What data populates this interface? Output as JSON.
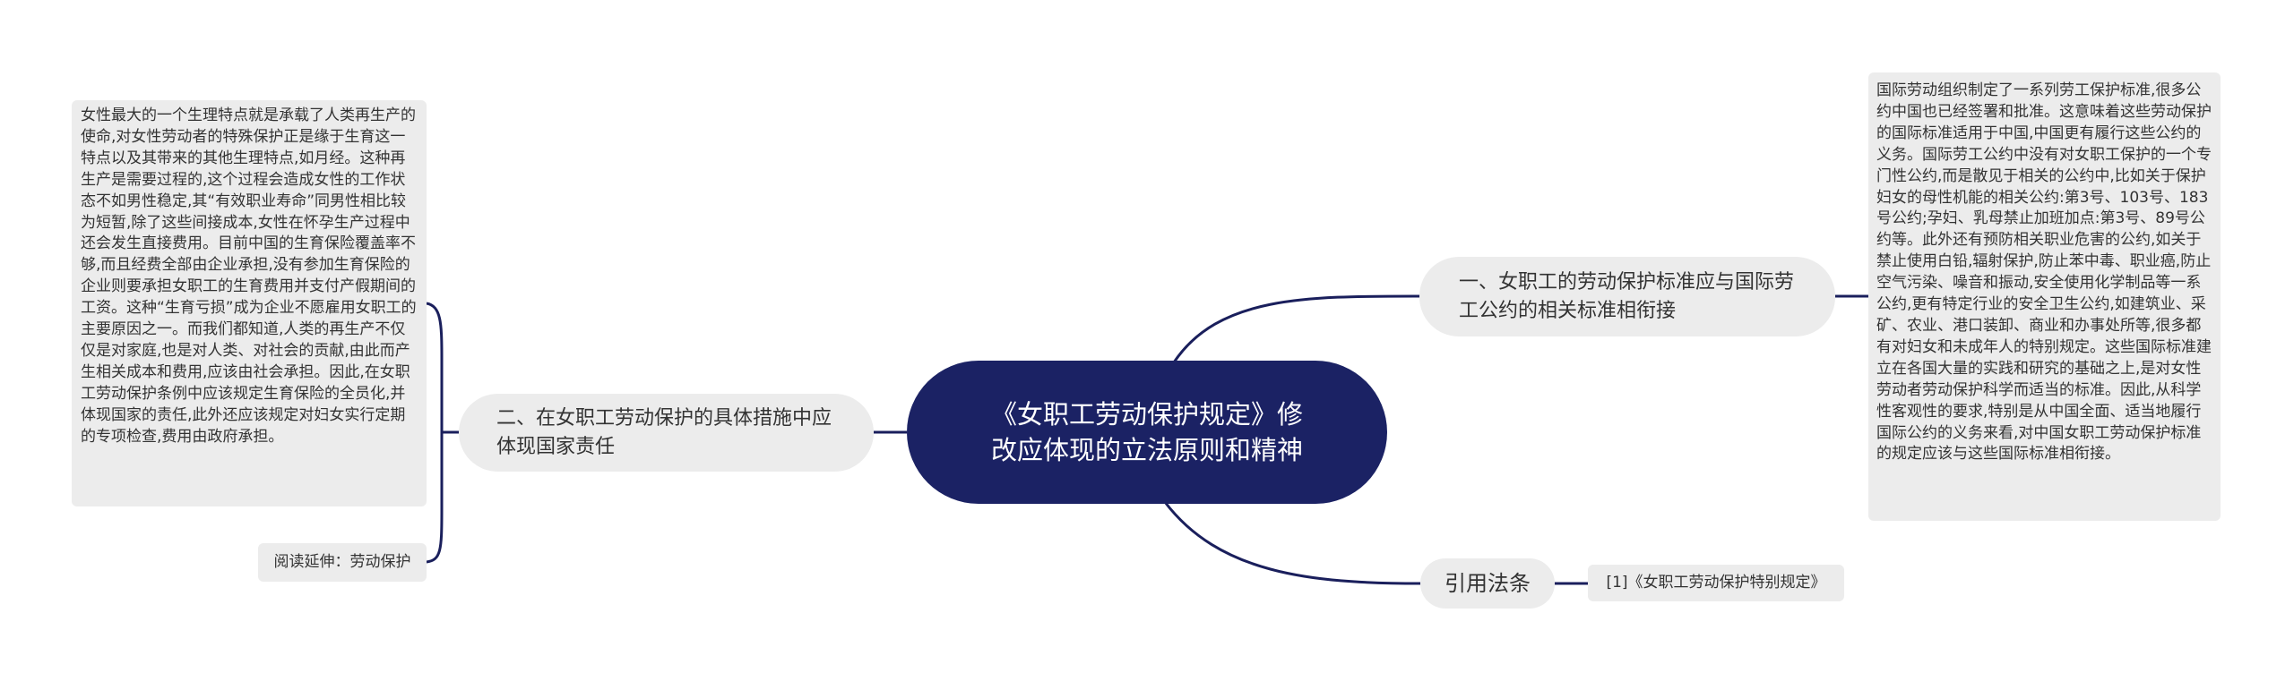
{
  "colors": {
    "center_fill": "#1b2264",
    "connector": "#1a1f5c",
    "node_fill": "#ececec",
    "background": "#ffffff"
  },
  "mindmap": {
    "center": {
      "title": "《女职工劳动保护规定》修改应体现的立法原则和精神"
    },
    "branches": [
      {
        "label": "一、女职工的劳动保护标准应与国际劳工公约的相关标准相衔接",
        "children": [
          {
            "text": "国际劳动组织制定了一系列劳工保护标准,很多公约中国也已经签署和批准。这意味着这些劳动保护的国际标准适用于中国,中国更有履行这些公约的义务。国际劳工公约中没有对女职工保护的一个专门性公约,而是散见于相关的公约中,比如关于保护妇女的母性机能的相关公约:第3号、103号、183号公约;孕妇、乳母禁止加班加点:第3号、89号公约等。此外还有预防相关职业危害的公约,如关于禁止使用白铅,辐射保护,防止苯中毒、职业癌,防止空气污染、噪音和振动,安全使用化学制品等一系公约,更有特定行业的安全卫生公约,如建筑业、采矿、农业、港口装卸、商业和办事处所等,很多都有对妇女和未成年人的特别规定。这些国际标准建立在各国大量的实践和研究的基础之上,是对女性劳动者劳动保护科学而适当的标准。因此,从科学性客观性的要求,特别是从中国全面、适当地履行国际公约的义务来看,对中国女职工劳动保护标准的规定应该与这些国际标准相衔接。"
          }
        ]
      },
      {
        "label": "二、在女职工劳动保护的具体措施中应体现国家责任",
        "children": [
          {
            "text": "女性最大的一个生理特点就是承载了人类再生产的使命,对女性劳动者的特殊保护正是缘于生育这一特点以及其带来的其他生理特点,如月经。这种再生产是需要过程的,这个过程会造成女性的工作状态不如男性稳定,其“有效职业寿命”同男性相比较为短暂,除了这些间接成本,女性在怀孕生产过程中还会发生直接费用。目前中国的生育保险覆盖率不够,而且经费全部由企业承担,没有参加生育保险的企业则要承担女职工的生育费用并支付产假期间的工资。这种“生育亏损”成为企业不愿雇用女职工的主要原因之一。而我们都知道,人类的再生产不仅仅是对家庭,也是对人类、对社会的贡献,由此而产生相关成本和费用,应该由社会承担。因此,在女职工劳动保护条例中应该规定生育保险的全员化,并体现国家的责任,此外还应该规定对妇女实行定期的专项检查,费用由政府承担。"
          },
          {
            "text": "阅读延伸：劳动保护"
          }
        ]
      },
      {
        "label": "引用法条",
        "children": [
          {
            "text": "[1]《女职工劳动保护特别规定》"
          }
        ]
      }
    ]
  }
}
